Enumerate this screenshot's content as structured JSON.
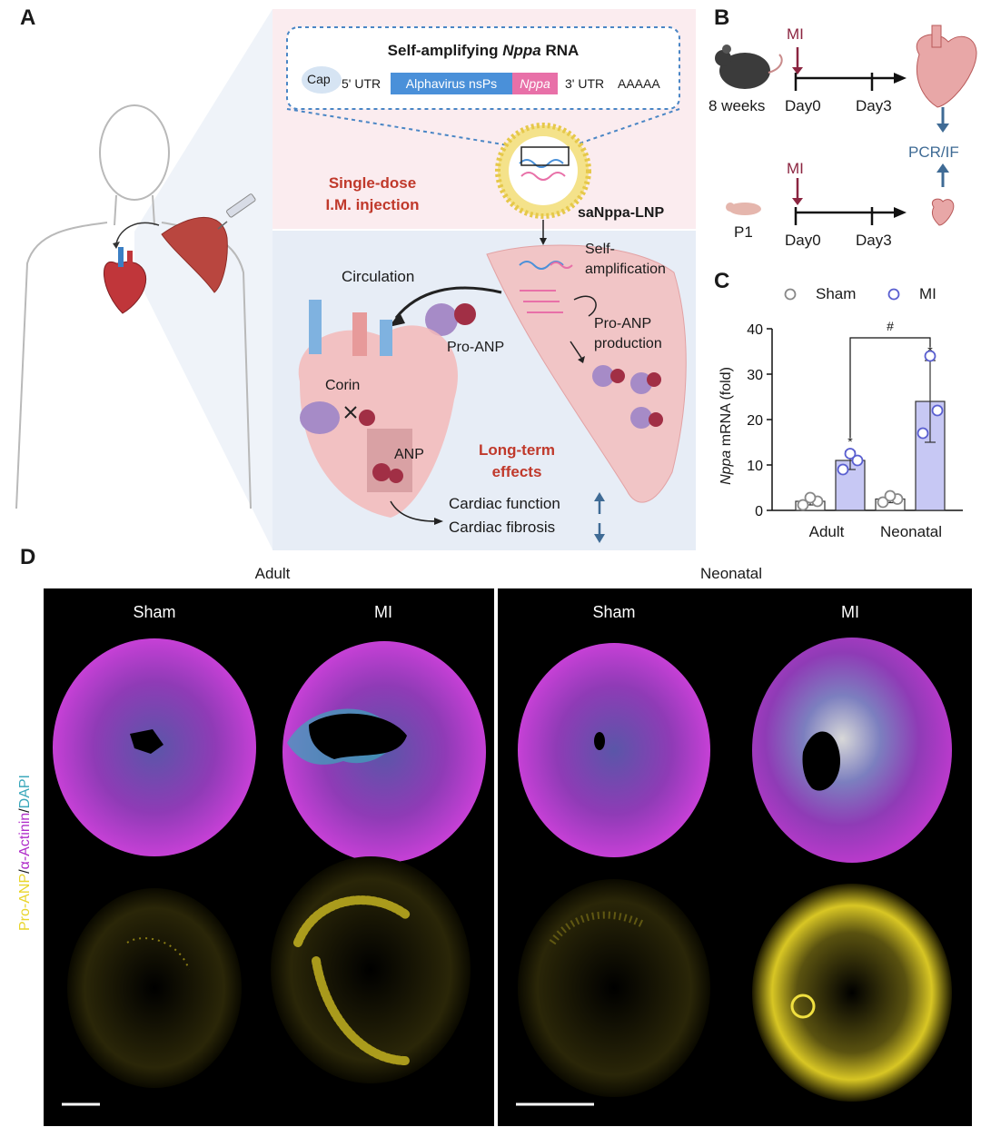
{
  "panels": {
    "A": "A",
    "B": "B",
    "C": "C",
    "D": "D"
  },
  "panelA": {
    "construct_title_1": "Self-amplifying ",
    "construct_title_gene": "Nppa",
    "construct_title_2": " RNA",
    "cap": "Cap",
    "utr5": "5' UTR",
    "alphavirus": "Alphavirus nsPs",
    "nppa": "Nppa",
    "utr3": "3' UTR",
    "polyA": "AAAAA",
    "injection_1": "Single-dose",
    "injection_2": "I.M. injection",
    "lnp": "saNppa-LNP",
    "circulation": "Circulation",
    "self_amp_1": "Self-",
    "self_amp_2": "amplification",
    "proanp_prod_1": "Pro-ANP",
    "proanp_prod_2": "production",
    "proanp": "Pro-ANP",
    "corin": "Corin",
    "anp": "ANP",
    "longterm_1": "Long-term",
    "longterm_2": "effects",
    "cardiac_function": "Cardiac function",
    "cardiac_fibrosis": "Cardiac fibrosis"
  },
  "panelB": {
    "mi": "MI",
    "age_adult": "8 weeks",
    "age_neonate": "P1",
    "day0": "Day0",
    "day3": "Day3",
    "readout": "PCR/IF"
  },
  "chart_data": {
    "type": "bar",
    "categories": [
      "Adult",
      "Neonatal"
    ],
    "series": [
      {
        "name": "Sham",
        "values": [
          2,
          2.5
        ],
        "error": [
          0.8,
          0.8
        ],
        "points": [
          [
            1.2,
            2.0,
            2.8
          ],
          [
            1.8,
            2.5,
            3.2
          ]
        ],
        "color": "#ffffff"
      },
      {
        "name": "MI",
        "values": [
          11,
          24
        ],
        "error": [
          2,
          9
        ],
        "points": [
          [
            9,
            11,
            12.5
          ],
          [
            17,
            22,
            34
          ]
        ],
        "color": "#c7c8f4"
      }
    ],
    "ylabel_gene": "Nppa",
    "ylabel_rest": " mRNA (fold)",
    "ylim": [
      0,
      40
    ],
    "yticks": [
      "0",
      "10",
      "20",
      "30",
      "40"
    ],
    "significance": {
      "star": "*",
      "hash": "#"
    },
    "legend": [
      "Sham",
      "MI"
    ],
    "legend_position": "top"
  },
  "panelD": {
    "group_adult": "Adult",
    "group_neonatal": "Neonatal",
    "sham": "Sham",
    "mi": "MI",
    "stain_proanp": "Pro-ANP",
    "stain_sep1": "/",
    "stain_actinin": "α-Actinin",
    "stain_sep2": "/",
    "stain_dapi": "DAPI"
  },
  "colors": {
    "magenta": "#b02cc9",
    "cyan": "#3aa7bb",
    "yellow": "#e9d52a",
    "red_text": "#c0392b",
    "mi_arrow": "#8b2540",
    "blue_arrow": "#3f6b95"
  }
}
